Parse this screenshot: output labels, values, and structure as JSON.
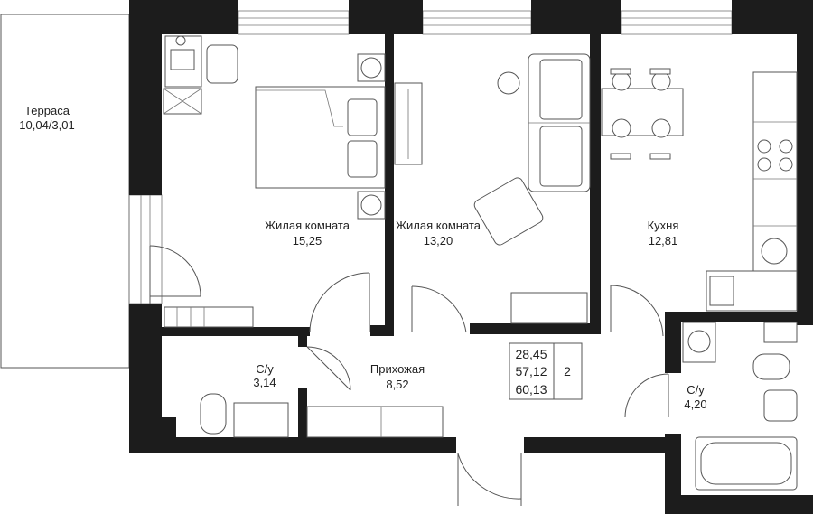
{
  "rooms": {
    "terrace": {
      "name": "Терраса",
      "area": "10,04/3,01"
    },
    "living1": {
      "name": "Жилая комната",
      "area": "15,25"
    },
    "living2": {
      "name": "Жилая комната",
      "area": "13,20"
    },
    "kitchen": {
      "name": "Кухня",
      "area": "12,81"
    },
    "hall": {
      "name": "Прихожая",
      "area": "8,52"
    },
    "bath1": {
      "name": "С/у",
      "area": "3,14"
    },
    "bath2": {
      "name": "С/у",
      "area": "4,20"
    }
  },
  "summary": {
    "living_area": "28,45",
    "total_area": "57,12",
    "total_with_terrace": "60,13",
    "room_count": "2"
  },
  "colors": {
    "wall": "#1c1c1c",
    "line": "#555555",
    "background": "#ffffff"
  }
}
